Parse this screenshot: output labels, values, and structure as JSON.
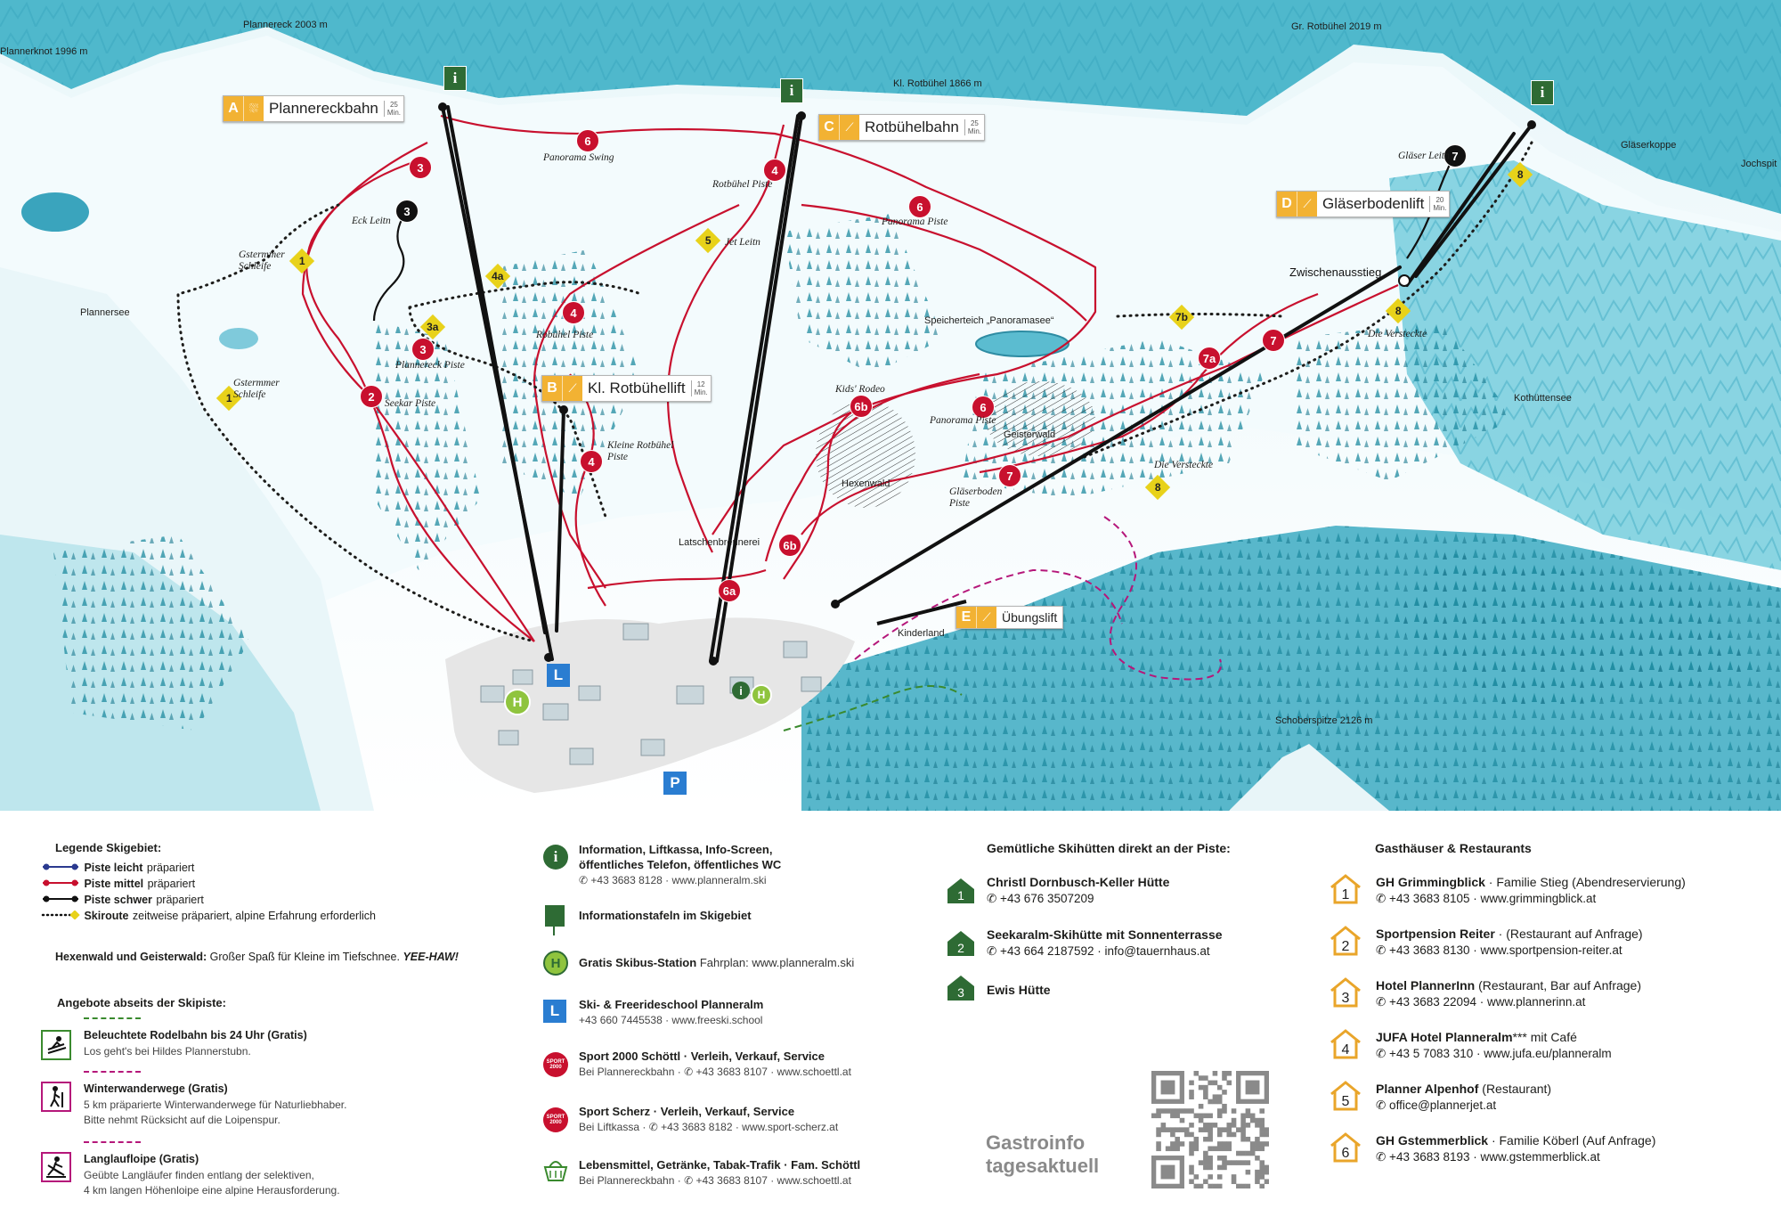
{
  "peaks": {
    "plannerknot": "Plannerknot 1996 m",
    "plannereck": "Plannereck 2003 m",
    "kl_rotbuehel": "Kl. Rotbühel 1866 m",
    "gr_rotbuehel": "Gr. Rotbühel 2019 m",
    "glaeserkoppe": "Gläserkoppe",
    "jochspitze": "Jochspit",
    "schoberspitze": "Schoberspitze 2126 m"
  },
  "places": {
    "plannersee": "Plannersee",
    "kothuettensee": "Kothüttensee",
    "speicherteich": "Speicherteich „Panoramasee“",
    "zwischenausstieg": "Zwischenausstieg",
    "hexenwald": "Hexenwald",
    "geisterwald": "Geisterwald",
    "kinderland": "Kinderland",
    "latschenbrennerei": "Latschenbrennerei",
    "kids_rodeo": "Kids' Rodeo"
  },
  "lifts": [
    {
      "code": "A",
      "name": "Plannereckbahn",
      "mins": "25",
      "unit": "Min."
    },
    {
      "code": "B",
      "name": "Kl. Rotbühellift",
      "mins": "12",
      "unit": "Min."
    },
    {
      "code": "C",
      "name": "Rotbühelbahn",
      "mins": "25",
      "unit": "Min."
    },
    {
      "code": "D",
      "name": "Gläserbodenlift",
      "mins": "20",
      "unit": "Min."
    },
    {
      "code": "E",
      "name": "Übungslift",
      "mins": "",
      "unit": ""
    }
  ],
  "info_sign": "i",
  "pistes": {
    "p1a": {
      "num": "1",
      "name": "Gstermmer Schleife"
    },
    "p1b": {
      "num": "1",
      "name": "Gstermmer Schleife"
    },
    "p2": {
      "num": "2",
      "name": "Seekar Piste"
    },
    "p3": {
      "num": "3",
      "name": ""
    },
    "p3b": {
      "num": "3",
      "name": "Plannereck Piste"
    },
    "p3a": {
      "num": "3a",
      "name": ""
    },
    "p3black": {
      "num": "3",
      "name": "Eck Leitn"
    },
    "p4a": {
      "num": "4a",
      "name": ""
    },
    "p4": {
      "num": "4",
      "name": "Rotbühel Piste"
    },
    "p4b": {
      "num": "4",
      "name": "Robühel Piste"
    },
    "p4c": {
      "num": "4",
      "name": "Kleine Rotbühel Piste"
    },
    "p5": {
      "num": "5",
      "name": "Jet Leitn"
    },
    "p6": {
      "num": "6",
      "name": "Panorama Swing"
    },
    "p6b": {
      "num": "6",
      "name": "Panorama Piste"
    },
    "p6c": {
      "num": "6",
      "name": "Panorama Piste"
    },
    "p6a": {
      "num": "6a",
      "name": ""
    },
    "p6b1": {
      "num": "6b",
      "name": ""
    },
    "p6b2": {
      "num": "6b",
      "name": ""
    },
    "p7": {
      "num": "7",
      "name": "Gläserboden Piste"
    },
    "p7b": {
      "num": "7",
      "name": ""
    },
    "p7a": {
      "num": "7a",
      "name": ""
    },
    "p7bb": {
      "num": "7b",
      "name": ""
    },
    "p7black": {
      "num": "7",
      "name": "Gläser Leitn"
    },
    "p8a": {
      "num": "8",
      "name": ""
    },
    "p8b": {
      "num": "8",
      "name": "Die Versteckte"
    },
    "p8c": {
      "num": "8",
      "name": "Die Versteckte"
    }
  },
  "village_numbers": [
    "1",
    "2",
    "3",
    "4",
    "5",
    "6",
    "2",
    "3",
    "1"
  ],
  "legend": {
    "title": "Legende Skigebiet:",
    "items": [
      {
        "label": "Piste leicht",
        "suffix": "präpariert",
        "color": "#2b3a8f"
      },
      {
        "label": "Piste mittel",
        "suffix": "präpariert",
        "color": "#c8102e"
      },
      {
        "label": "Piste schwer",
        "suffix": "präpariert",
        "color": "#000000"
      },
      {
        "label": "Skiroute",
        "suffix": "zeitweise präpariert, alpine Erfahrung erforderlich",
        "color": "#c9b400"
      }
    ],
    "hexen_bold": "Hexenwald und Geisterwald:",
    "hexen_text": "Großer Spaß für Kleine im Tiefschnee.",
    "hexen_yee": "YEE-HAW!",
    "offpiste_title": "Angebote abseits der Skipiste:",
    "offpiste": [
      {
        "title": "Beleuchtete Rodelbahn bis 24 Uhr (Gratis)",
        "lines": [
          "Los geht's bei Hildes Plannerstubn."
        ],
        "color": "#3a8a2e"
      },
      {
        "title": "Winterwanderwege (Gratis)",
        "lines": [
          "5 km präparierte Winterwanderwege für Naturliebhaber.",
          "Bitte nehmt Rücksicht auf die Loipenspur."
        ],
        "color": "#b5177a"
      },
      {
        "title": "Langlaufloipe (Gratis)",
        "lines": [
          "Geübte Langläufer finden entlang der selektiven,",
          "4 km langen Höhenloipe eine alpine Herausforderung."
        ],
        "color": "#b5177a"
      }
    ]
  },
  "services": [
    {
      "icon": "i",
      "title": "Information, Liftkassa, Info-Screen,",
      "title2": "öffentliches Telefon, öffentliches WC",
      "sub": "✆ +43 3683 8128 · www.planneralm.ski",
      "kind": "info-circle"
    },
    {
      "icon": "i",
      "title": "Informationstafeln im Skigebiet",
      "title2": "",
      "sub": "",
      "kind": "info-sign"
    },
    {
      "icon": "H",
      "title": "Gratis Skibus-Station",
      "title2": "",
      "sub_inline": "Fahrplan: www.planneralm.ski",
      "sub": "",
      "kind": "bus"
    },
    {
      "icon": "L",
      "title": "Ski- & Freerideschool Planneralm",
      "title2": "",
      "sub": "+43 660 7445538 · www.freeski.school",
      "kind": "school"
    },
    {
      "icon": "SPORT 2000",
      "title": "Sport 2000 Schöttl · Verleih, Verkauf, Service",
      "title2": "",
      "sub": "Bei Plannereckbahn · ✆ +43 3683 8107 · www.schoettl.at",
      "kind": "sport"
    },
    {
      "icon": "SPORT 2000",
      "title": "Sport Scherz · Verleih, Verkauf, Service",
      "title2": "",
      "sub": "Bei Liftkassa · ✆ +43 3683 8182 · www.sport-scherz.at",
      "kind": "sport"
    },
    {
      "icon": "basket",
      "title": "Lebensmittel, Getränke, Tabak-Trafik · Fam. Schöttl",
      "title2": "",
      "sub": "Bei Plannereckbahn · ✆ +43 3683 8107 · www.schoettl.at",
      "kind": "basket"
    }
  ],
  "huts": {
    "title": "Gemütliche Skihütten direkt an der Piste:",
    "items": [
      {
        "num": "1",
        "name": "Christl Dornbusch-Keller Hütte",
        "sub": "✆ +43 676 3507209"
      },
      {
        "num": "2",
        "name": "Seekaralm-Skihütte mit Sonnenterrasse",
        "sub": "✆ +43 664 2187592 · info@tauernhaus.at"
      },
      {
        "num": "3",
        "name": "Ewis Hütte",
        "sub": ""
      }
    ],
    "gastro1": "Gastroinfo",
    "gastro2": "tagesaktuell"
  },
  "restaurants": {
    "title": "Gasthäuser & Restaurants",
    "items": [
      {
        "num": "1",
        "name": "GH Grimmingblick",
        "extra": " · Familie Stieg (Abendreservierung)",
        "sub": "✆ +43 3683 8105 · www.grimmingblick.at"
      },
      {
        "num": "2",
        "name": "Sportpension Reiter",
        "extra": " · (Restaurant auf Anfrage)",
        "sub": "✆ +43 3683 8130 · www.sportpension-reiter.at"
      },
      {
        "num": "3",
        "name": "Hotel PlannerInn",
        "extra": " (Restaurant, Bar auf Anfrage)",
        "sub": "✆ +43 3683 22094 · www.plannerinn.at"
      },
      {
        "num": "4",
        "name": "JUFA Hotel Planneralm",
        "extra": "*** mit Café",
        "sub": "✆ +43 5 7083 310 · www.jufa.eu/planneralm"
      },
      {
        "num": "5",
        "name": "Planner Alpenhof",
        "extra": " (Restaurant)",
        "sub": "✆ office@plannerjet.at"
      },
      {
        "num": "6",
        "name": "GH Gstemmerblick",
        "extra": " · Familie Köberl (Auf Anfrage)",
        "sub": "✆ +43 3683 8193 · www.gstemmerblick.at"
      }
    ]
  },
  "colors": {
    "piste_red": "#c8102e",
    "piste_black": "#111111",
    "skiroute_yellow": "#e8d21a",
    "lift_orange": "#f2b233",
    "hut_green": "#2e6b34",
    "house_yellow": "#e9a52a",
    "snow_blue": "#5cc0d2"
  }
}
